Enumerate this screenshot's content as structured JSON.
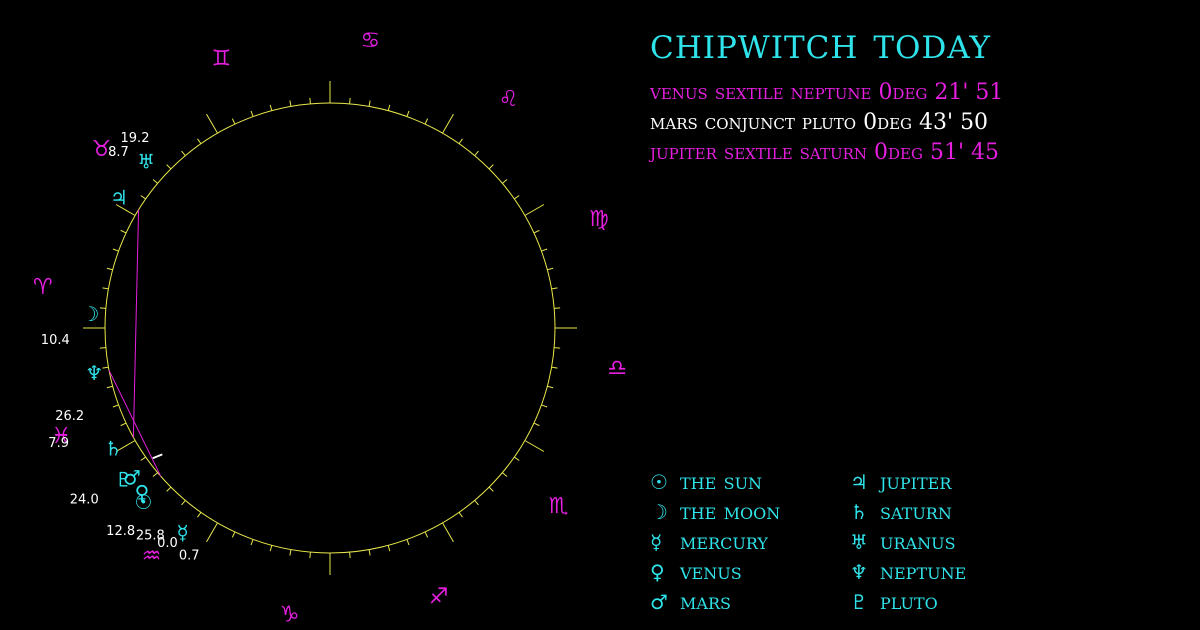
{
  "title": "CHIPWITCH TODAY",
  "colors": {
    "background": "#000000",
    "cyan": "#2fe3ea",
    "magenta": "#e61fe0",
    "white": "#ffffff",
    "yellow": "#e8e84a"
  },
  "aspects": [
    {
      "text": "VENUS SEXTILE NEPTUNE 0DEG 21' 51",
      "color": "#e61fe0"
    },
    {
      "text": "MARS CONJUNCT PLUTO 0DEG 43' 50",
      "color": "#ffffff"
    },
    {
      "text": "JUPITER SEXTILE SATURN 0DEG 51' 45",
      "color": "#e61fe0"
    }
  ],
  "legend": [
    {
      "glyph": "☉",
      "label": "THE SUN",
      "icon": "sun-icon"
    },
    {
      "glyph": "♃",
      "label": "JUPITER",
      "icon": "jupiter-icon"
    },
    {
      "glyph": "☽",
      "label": "THE MOON",
      "icon": "moon-icon"
    },
    {
      "glyph": "♄",
      "label": "SATURN",
      "icon": "saturn-icon"
    },
    {
      "glyph": "☿",
      "label": "MERCURY",
      "icon": "mercury-icon"
    },
    {
      "glyph": "♅",
      "label": "URANUS",
      "icon": "uranus-icon"
    },
    {
      "glyph": "♀",
      "label": "VENUS",
      "icon": "venus-icon"
    },
    {
      "glyph": "♆",
      "label": "NEPTUNE",
      "icon": "neptune-icon"
    },
    {
      "glyph": "♂",
      "label": "MARS",
      "icon": "mars-icon"
    },
    {
      "glyph": "♇",
      "label": "PLUTO",
      "icon": "pluto-icon"
    }
  ],
  "zodiac": [
    {
      "glyph": "♈",
      "name": "aries"
    },
    {
      "glyph": "♉",
      "name": "taurus"
    },
    {
      "glyph": "♊",
      "name": "gemini"
    },
    {
      "glyph": "♋",
      "name": "cancer"
    },
    {
      "glyph": "♌",
      "name": "leo"
    },
    {
      "glyph": "♍",
      "name": "virgo"
    },
    {
      "glyph": "♎",
      "name": "libra"
    },
    {
      "glyph": "♏",
      "name": "scorpio"
    },
    {
      "glyph": "♐",
      "name": "sagittarius"
    },
    {
      "glyph": "♑",
      "name": "capricorn"
    },
    {
      "glyph": "♒",
      "name": "aquarius"
    },
    {
      "glyph": "♓",
      "name": "pisces"
    }
  ],
  "planets": [
    {
      "name": "venus",
      "glyph": "♀",
      "deg": "25.8",
      "lon": 325.8
    },
    {
      "name": "mars",
      "glyph": "♂",
      "deg": "0.0",
      "lon": 330.0
    },
    {
      "name": "pluto",
      "glyph": "♇",
      "deg": "0.7",
      "lon": 330.7
    },
    {
      "name": "sun",
      "glyph": "☉",
      "deg": "24.0",
      "lon": 324.0
    },
    {
      "name": "mercury",
      "glyph": "☿",
      "deg": "12.8",
      "lon": 312.8
    },
    {
      "name": "saturn",
      "glyph": "♄",
      "deg": "7.9",
      "lon": 337.9
    },
    {
      "name": "neptune",
      "glyph": "♆",
      "deg": "26.2",
      "lon": 356.2
    },
    {
      "name": "moon",
      "glyph": "☽",
      "deg": "10.4",
      "lon": 10.4
    },
    {
      "name": "jupiter",
      "glyph": "♃",
      "deg": "8.7",
      "lon": 38.7
    },
    {
      "name": "uranus",
      "glyph": "♅",
      "deg": "19.2",
      "lon": 49.2
    }
  ]
}
